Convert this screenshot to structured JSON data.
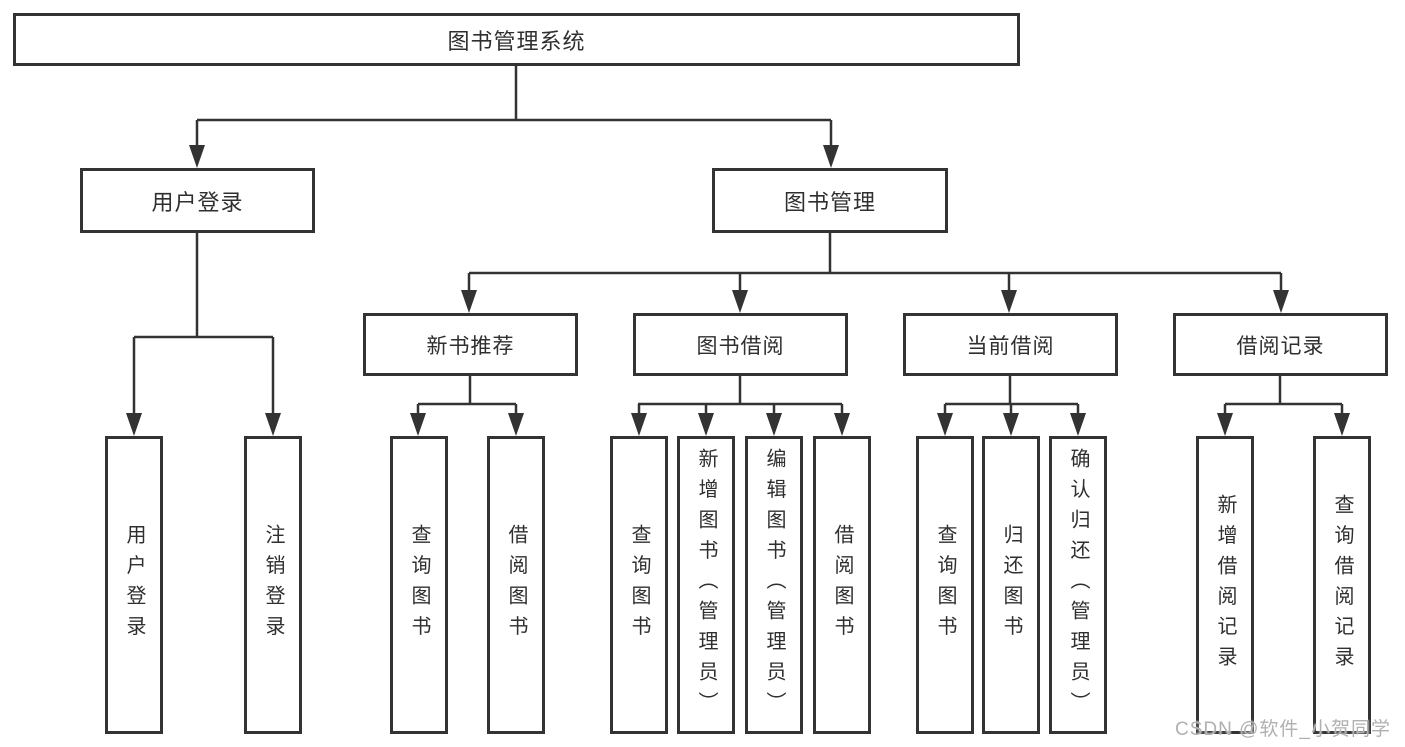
{
  "diagram": {
    "root": {
      "label": "图书管理系统"
    },
    "branches": [
      {
        "label": "用户登录",
        "children": [
          "用户登录",
          "注销登录"
        ]
      },
      {
        "label": "图书管理"
      }
    ],
    "modules": [
      {
        "label": "新书推荐",
        "children": [
          "查询图书",
          "借阅图书"
        ]
      },
      {
        "label": "图书借阅",
        "children": [
          "查询图书",
          "新增图书（管理员）",
          "编辑图书（管理员）",
          "借阅图书"
        ]
      },
      {
        "label": "当前借阅",
        "children": [
          "查询图书",
          "归还图书",
          "确认归还（管理员）"
        ]
      },
      {
        "label": "借阅记录",
        "children": [
          "新增借阅记录",
          "查询借阅记录"
        ]
      }
    ],
    "watermark": "CSDN @软件_小贺同学",
    "colors": {
      "line": "#333333",
      "text": "#2f2f2f",
      "background": "#ffffff",
      "watermark": "#b0b0b0"
    }
  }
}
